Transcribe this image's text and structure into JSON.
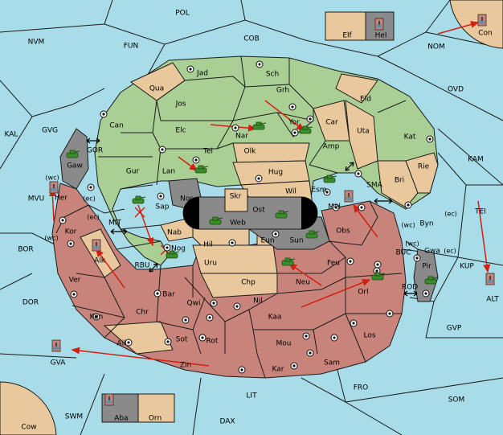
{
  "palette": {
    "sea": "#a8dce8",
    "green": "#a9cf95",
    "tan": "#e8c89c",
    "red": "#c8847a",
    "gray": "#8a8a8a",
    "border": "#1b1b1b",
    "arrow": "#d42014",
    "unit": "#3b8c2a",
    "dot": "#111111"
  },
  "sea_regions": [
    {
      "id": "POL",
      "label": "POL"
    },
    {
      "id": "NVM",
      "label": "NVM"
    },
    {
      "id": "FUN",
      "label": "FUN"
    },
    {
      "id": "COB",
      "label": "COB"
    },
    {
      "id": "NOM",
      "label": "NOM"
    },
    {
      "id": "OVD",
      "label": "OVD"
    },
    {
      "id": "KAL",
      "label": "KAL"
    },
    {
      "id": "GVG",
      "label": "GVG"
    },
    {
      "id": "KAM",
      "label": "KAM"
    },
    {
      "id": "MVU",
      "label": "MVU"
    },
    {
      "id": "BOR",
      "label": "BOR"
    },
    {
      "id": "MIT",
      "label": "MIT"
    },
    {
      "id": "TEI",
      "label": "TEI"
    },
    {
      "id": "KUP",
      "label": "KUP"
    },
    {
      "id": "BUC",
      "label": "BUC"
    },
    {
      "id": "ROD",
      "label": "ROD"
    },
    {
      "id": "GVP",
      "label": "GVP"
    },
    {
      "id": "DOR",
      "label": "DOR"
    },
    {
      "id": "ALT",
      "label": "ALT"
    },
    {
      "id": "GVA",
      "label": "GVA"
    },
    {
      "id": "FRO",
      "label": "FRO"
    },
    {
      "id": "SOM",
      "label": "SOM"
    },
    {
      "id": "SWM",
      "label": "SWM"
    },
    {
      "id": "LIT",
      "label": "LIT"
    },
    {
      "id": "DAX",
      "label": "DAX"
    },
    {
      "id": "Cow",
      "label": "Cow"
    },
    {
      "id": "Con",
      "label": "Con"
    },
    {
      "id": "RBU",
      "label": "RBU"
    },
    {
      "id": "SMA",
      "label": "SMA"
    },
    {
      "id": "GOR",
      "label": "GOR"
    }
  ],
  "land_regions": [
    {
      "id": "Jad",
      "label": "Jad",
      "color": "green"
    },
    {
      "id": "Sch",
      "label": "Sch",
      "color": "green"
    },
    {
      "id": "Qua",
      "label": "Qua",
      "color": "tan"
    },
    {
      "id": "Jos",
      "label": "Jos",
      "color": "green"
    },
    {
      "id": "Grh",
      "label": "Grh",
      "color": "green"
    },
    {
      "id": "Eld",
      "label": "Eld",
      "color": "tan"
    },
    {
      "id": "Can",
      "label": "Can",
      "color": "green"
    },
    {
      "id": "Elc",
      "label": "Elc",
      "color": "green"
    },
    {
      "id": "Nar",
      "label": "Nar",
      "color": "green"
    },
    {
      "id": "Yor",
      "label": "Yor",
      "color": "green"
    },
    {
      "id": "Car",
      "label": "Car",
      "color": "tan"
    },
    {
      "id": "Uta",
      "label": "Uta",
      "color": "tan"
    },
    {
      "id": "Kat",
      "label": "Kat",
      "color": "green"
    },
    {
      "id": "Tel",
      "label": "Tel",
      "color": "green"
    },
    {
      "id": "Olk",
      "label": "Olk",
      "color": "tan"
    },
    {
      "id": "Amp",
      "label": "Amp",
      "color": "green"
    },
    {
      "id": "Gur",
      "label": "Gur",
      "color": "green"
    },
    {
      "id": "Lan",
      "label": "Lan",
      "color": "green"
    },
    {
      "id": "Hug",
      "label": "Hug",
      "color": "tan"
    },
    {
      "id": "Rie",
      "label": "Rie",
      "color": "tan"
    },
    {
      "id": "Bri",
      "label": "Bri",
      "color": "tan"
    },
    {
      "id": "Gaw",
      "label": "Gaw",
      "color": "gray"
    },
    {
      "id": "Nor",
      "label": "Nor",
      "color": "gray"
    },
    {
      "id": "Wil",
      "label": "Wil",
      "color": "tan"
    },
    {
      "id": "Esm",
      "label": "Esm",
      "color": "green"
    },
    {
      "id": "Her",
      "label": "Her",
      "color": "red"
    },
    {
      "id": "Sap",
      "label": "Sap",
      "color": "green"
    },
    {
      "id": "Skr",
      "label": "Skr",
      "color": "tan"
    },
    {
      "id": "Ost",
      "label": "Ost",
      "color": "gray"
    },
    {
      "id": "Web",
      "label": "Web",
      "color": "gray"
    },
    {
      "id": "Mel",
      "label": "Mel",
      "color": "tan"
    },
    {
      "id": "Byn",
      "label": "Byn",
      "color": "tan"
    },
    {
      "id": "Kor",
      "label": "Kor",
      "color": "red"
    },
    {
      "id": "Nab",
      "label": "Nab",
      "color": "tan"
    },
    {
      "id": "Obs",
      "label": "Obs",
      "color": "red"
    },
    {
      "id": "Hil",
      "label": "Hil",
      "color": "tan"
    },
    {
      "id": "Eun",
      "label": "Eun",
      "color": "tan"
    },
    {
      "id": "Sun",
      "label": "Sun",
      "color": "gray"
    },
    {
      "id": "Gwa",
      "label": "Gwa",
      "color": "tan"
    },
    {
      "id": "Alk",
      "label": "Alk",
      "color": "tan"
    },
    {
      "id": "Nog",
      "label": "Nog",
      "color": "red"
    },
    {
      "id": "Uru",
      "label": "Uru",
      "color": "tan"
    },
    {
      "id": "Feu",
      "label": "Feu",
      "color": "red"
    },
    {
      "id": "Pir",
      "label": "Pir",
      "color": "gray"
    },
    {
      "id": "Ver",
      "label": "Ver",
      "color": "red"
    },
    {
      "id": "Chp",
      "label": "Chp",
      "color": "tan"
    },
    {
      "id": "Neu",
      "label": "Neu",
      "color": "red"
    },
    {
      "id": "Orl",
      "label": "Orl",
      "color": "red"
    },
    {
      "id": "Bar",
      "label": "Bar",
      "color": "red"
    },
    {
      "id": "Qwi",
      "label": "Qwi",
      "color": "red"
    },
    {
      "id": "Nil",
      "label": "Nil",
      "color": "red"
    },
    {
      "id": "Chr",
      "label": "Chr",
      "color": "red"
    },
    {
      "id": "Ken",
      "label": "Ken",
      "color": "red"
    },
    {
      "id": "Kaa",
      "label": "Kaa",
      "color": "red"
    },
    {
      "id": "Los",
      "label": "Los",
      "color": "red"
    },
    {
      "id": "Sot",
      "label": "Sot",
      "color": "red"
    },
    {
      "id": "Rot",
      "label": "Rot",
      "color": "red"
    },
    {
      "id": "Mou",
      "label": "Mou",
      "color": "red"
    },
    {
      "id": "Ail",
      "label": "Ail",
      "color": "tan"
    },
    {
      "id": "Sam",
      "label": "Sam",
      "color": "red"
    },
    {
      "id": "Zin",
      "label": "Zin",
      "color": "red"
    },
    {
      "id": "Kar",
      "label": "Kar",
      "color": "red"
    },
    {
      "id": "Elf",
      "label": "Elf",
      "color": "tan"
    },
    {
      "id": "Hel",
      "label": "Hel",
      "color": "gray"
    },
    {
      "id": "Aba",
      "label": "Aba",
      "color": "gray"
    },
    {
      "id": "Orn",
      "label": "Orn",
      "color": "tan"
    }
  ],
  "coast_labels": [
    {
      "id": "gaw-wc",
      "text": "(wc)"
    },
    {
      "id": "her-ec",
      "text": "(ec)"
    },
    {
      "id": "kor-ec",
      "text": "(ec)"
    },
    {
      "id": "kor-wc",
      "text": "(wc)"
    },
    {
      "id": "byn-wc",
      "text": "(wc)"
    },
    {
      "id": "byn-ec",
      "text": "(ec)"
    },
    {
      "id": "gwa-wc",
      "text": "(wc)"
    },
    {
      "id": "gwa-ec",
      "text": "(ec)"
    }
  ],
  "units": [
    {
      "id": "u-gaw",
      "type": "army",
      "at": "Gaw"
    },
    {
      "id": "u-nar",
      "type": "army",
      "at": "Nar"
    },
    {
      "id": "u-yor",
      "type": "army",
      "at": "Yor"
    },
    {
      "id": "u-lan",
      "type": "army",
      "at": "Lan"
    },
    {
      "id": "u-esm",
      "type": "army",
      "at": "Esm"
    },
    {
      "id": "u-sap",
      "type": "army",
      "at": "Sap"
    },
    {
      "id": "u-ost",
      "type": "army",
      "at": "Ost"
    },
    {
      "id": "u-web",
      "type": "army",
      "at": "Web"
    },
    {
      "id": "u-sun",
      "type": "army",
      "at": "Sun"
    },
    {
      "id": "u-nog",
      "type": "army",
      "at": "Nog"
    },
    {
      "id": "u-feu",
      "type": "army",
      "at": "Feu"
    },
    {
      "id": "u-orl",
      "type": "army",
      "at": "Orl"
    },
    {
      "id": "u-pir",
      "type": "army",
      "at": "Pir"
    },
    {
      "id": "u-mvu",
      "type": "fleet",
      "at": "MVU"
    },
    {
      "id": "u-hel",
      "type": "fleet",
      "at": "Hel"
    },
    {
      "id": "u-aba",
      "type": "fleet",
      "at": "Aba"
    },
    {
      "id": "u-alt",
      "type": "fleet",
      "at": "ALT"
    },
    {
      "id": "u-con",
      "type": "fleet",
      "at": "Con"
    },
    {
      "id": "u-mel",
      "type": "fleet",
      "at": "Mel"
    },
    {
      "id": "u-alk",
      "type": "fleet",
      "at": "Alk"
    },
    {
      "id": "u-gva",
      "type": "fleet",
      "at": "GVA"
    }
  ]
}
